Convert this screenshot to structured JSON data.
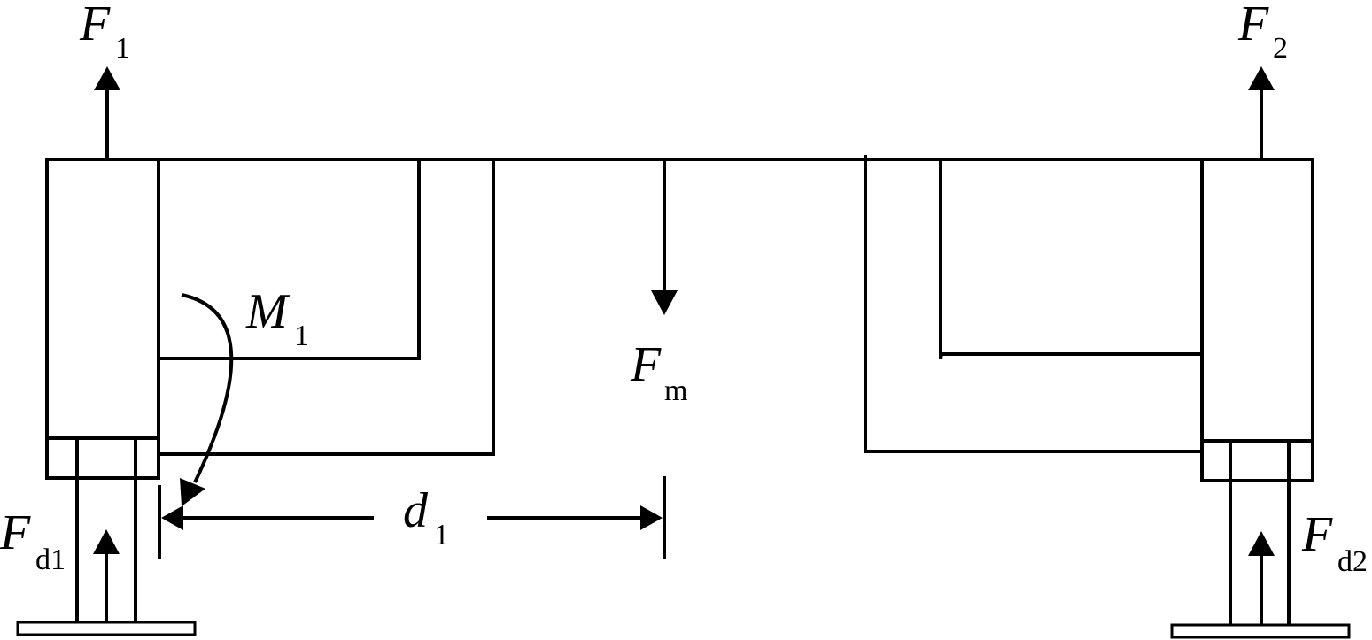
{
  "labels": {
    "F1": {
      "main": "F",
      "sub": "1"
    },
    "F2": {
      "main": "F",
      "sub": "2"
    },
    "M1": {
      "main": "M",
      "sub": "1"
    },
    "Fm": {
      "main": "F",
      "sub": "m"
    },
    "d1": {
      "main": "d",
      "sub": "1"
    },
    "Fd1": {
      "main": "F",
      "sub": "d1"
    },
    "Fd2": {
      "main": "F",
      "sub": "d2"
    }
  },
  "colors": {
    "line": "#000000",
    "background": "#ffffff"
  }
}
